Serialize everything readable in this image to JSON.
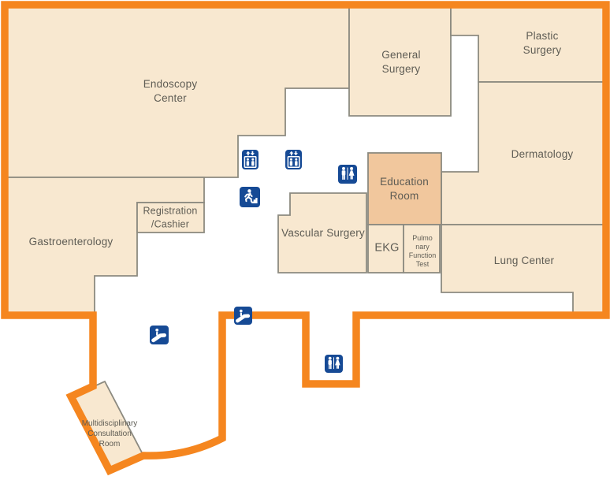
{
  "map": {
    "rooms": [
      {
        "id": "endoscopy-center",
        "label": "Endoscopy\nCenter"
      },
      {
        "id": "general-surgery",
        "label": "General\nSurgery"
      },
      {
        "id": "plastic-surgery",
        "label": "Plastic Surgery"
      },
      {
        "id": "dermatology",
        "label": "Dermatology"
      },
      {
        "id": "education-room",
        "label": "Education\nRoom",
        "highlighted": true
      },
      {
        "id": "vascular-surgery",
        "label": "Vascular Surgery"
      },
      {
        "id": "ekg",
        "label": "EKG"
      },
      {
        "id": "pulmonary-function-test",
        "label": "Pulmo\nnary\nFunction\nTest"
      },
      {
        "id": "lung-center",
        "label": "Lung Center"
      },
      {
        "id": "gastroenterology",
        "label": "Gastroenterology"
      },
      {
        "id": "registration-cashier",
        "label": "Registration\n/Cashier"
      },
      {
        "id": "multidisciplinary-consultation-room",
        "label": "Multidisciplinary\nConsultation\nRoom"
      }
    ],
    "icons": [
      {
        "name": "elevator"
      },
      {
        "name": "elevator"
      },
      {
        "name": "restroom"
      },
      {
        "name": "emergency-exit"
      },
      {
        "name": "escalator"
      },
      {
        "name": "escalator"
      },
      {
        "name": "restroom"
      }
    ],
    "colors": {
      "room-fill": "#f8e8d0",
      "room-highlight-fill": "#f1c79d",
      "room-border": "#8c8a80",
      "outline": "#f5861f",
      "icon-bg": "#164a95",
      "text": "#5e5c54"
    }
  }
}
